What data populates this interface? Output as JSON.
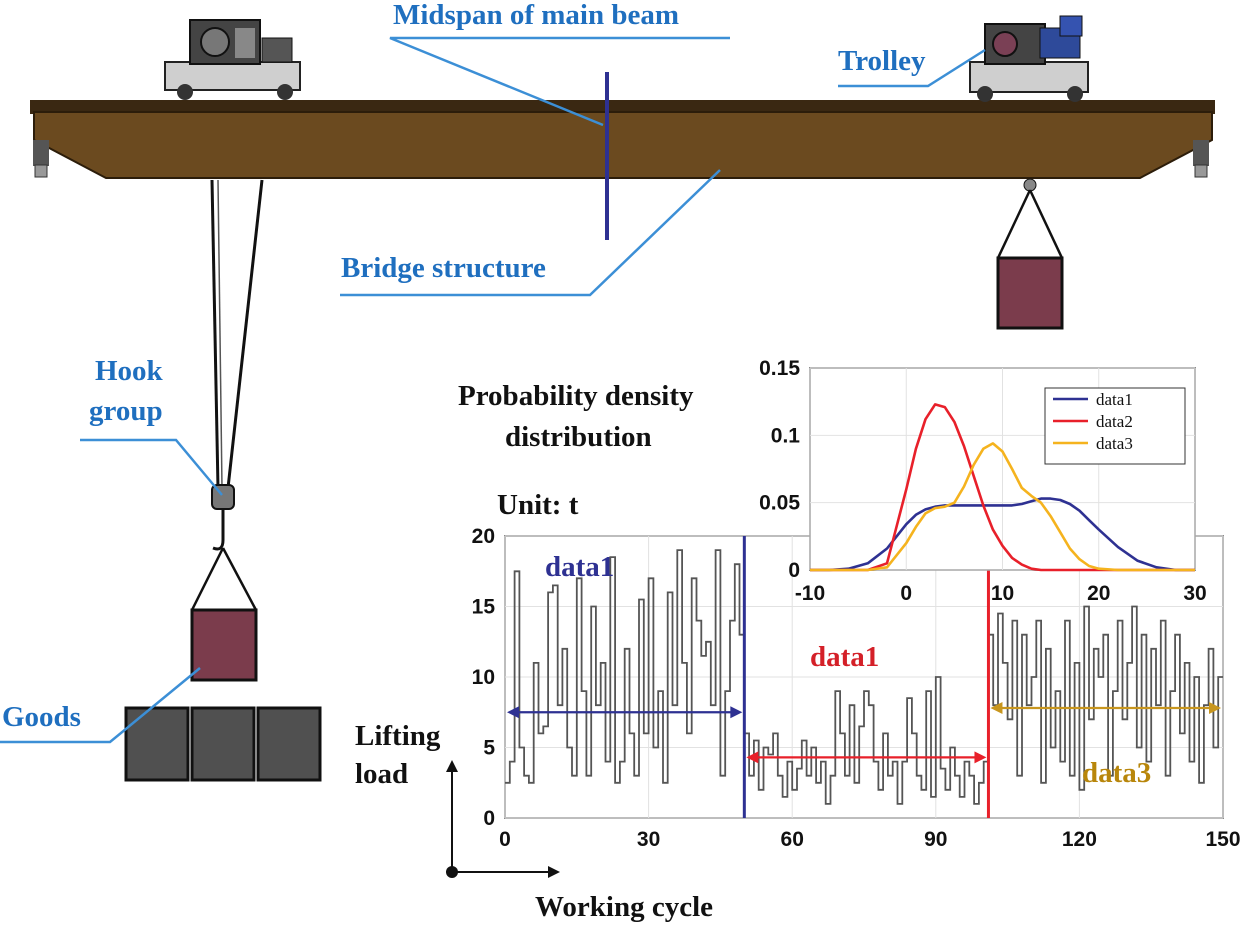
{
  "labels": {
    "midspan": "Midspan of main beam",
    "trolley": "Trolley",
    "bridge": "Bridge structure",
    "hook_line1": "Hook",
    "hook_line2": "group",
    "goods": "Goods",
    "pdd_line1": "Probability density",
    "pdd_line2": "distribution",
    "unit": "Unit: t",
    "lifting_line1": "Lifting",
    "lifting_line2": "load",
    "working_cycle": "Working cycle",
    "segment1": "data1",
    "segment2": "data1",
    "segment3": "data3"
  },
  "colors": {
    "label_blue": "#1f6fbf",
    "beam": "#6b4a1f",
    "goods": "#7b3c4c",
    "data1": "#2e3192",
    "data2": "#e8202a",
    "data3": "#f5b31e",
    "segment3_text": "#b8860b"
  },
  "chart_data": [
    {
      "type": "line",
      "name": "lifting-load-history",
      "x_ticks": [
        0,
        30,
        60,
        90,
        120,
        150
      ],
      "y_ticks": [
        0,
        5,
        10,
        15,
        20
      ],
      "xlim": [
        0,
        150
      ],
      "ylim": [
        0,
        20
      ],
      "grid": true,
      "dividers": [
        50,
        101
      ],
      "segments": [
        {
          "label": "data1",
          "range": [
            0,
            50
          ],
          "arrow_y": 7.5
        },
        {
          "label": "data1",
          "range": [
            50,
            101
          ],
          "arrow_y": 4.3
        },
        {
          "label": "data3",
          "range": [
            101,
            150
          ],
          "arrow_y": 7.8
        }
      ],
      "x": [
        0,
        1,
        2,
        3,
        4,
        5,
        6,
        7,
        8,
        9,
        10,
        11,
        12,
        13,
        14,
        15,
        16,
        17,
        18,
        19,
        20,
        21,
        22,
        23,
        24,
        25,
        26,
        27,
        28,
        29,
        30,
        31,
        32,
        33,
        34,
        35,
        36,
        37,
        38,
        39,
        40,
        41,
        42,
        43,
        44,
        45,
        46,
        47,
        48,
        49,
        50,
        51,
        52,
        53,
        54,
        55,
        56,
        57,
        58,
        59,
        60,
        61,
        62,
        63,
        64,
        65,
        66,
        67,
        68,
        69,
        70,
        71,
        72,
        73,
        74,
        75,
        76,
        77,
        78,
        79,
        80,
        81,
        82,
        83,
        84,
        85,
        86,
        87,
        88,
        89,
        90,
        91,
        92,
        93,
        94,
        95,
        96,
        97,
        98,
        99,
        100,
        101,
        102,
        103,
        104,
        105,
        106,
        107,
        108,
        109,
        110,
        111,
        112,
        113,
        114,
        115,
        116,
        117,
        118,
        119,
        120,
        121,
        122,
        123,
        124,
        125,
        126,
        127,
        128,
        129,
        130,
        131,
        132,
        133,
        134,
        135,
        136,
        137,
        138,
        139,
        140,
        141,
        142,
        143,
        144,
        145,
        146,
        147,
        148,
        149
      ],
      "values": [
        2.5,
        4,
        17.5,
        5,
        3,
        2.5,
        11,
        6,
        6.5,
        16,
        16.5,
        8,
        12,
        5,
        3,
        17,
        9,
        3,
        15,
        8,
        11,
        4,
        18.5,
        2.5,
        4,
        12,
        6,
        3,
        15.5,
        6,
        17,
        5,
        9,
        2.5,
        16,
        8,
        19,
        11,
        6,
        17,
        14,
        11.5,
        12.5,
        8,
        19,
        3,
        9,
        14,
        18,
        13,
        6,
        3,
        5.5,
        2,
        5,
        4.5,
        6,
        3,
        1.5,
        4,
        2,
        3.5,
        5.5,
        3,
        5,
        2.5,
        4,
        1,
        3,
        9,
        6,
        3,
        8,
        2.5,
        6.5,
        9,
        8,
        4,
        2,
        6,
        3,
        4,
        1,
        4,
        8.5,
        6,
        3,
        2,
        9,
        1.5,
        10,
        3.5,
        2,
        5,
        3,
        1.5,
        4,
        3,
        1,
        2.5,
        4,
        13,
        8,
        14.5,
        11,
        7,
        14,
        3,
        13,
        8,
        10,
        14,
        2.5,
        12,
        5,
        9,
        4,
        14,
        3,
        11,
        2,
        15,
        7,
        12,
        10,
        13,
        3,
        9,
        14,
        7,
        11,
        15,
        5,
        13,
        4,
        12,
        8,
        14,
        3,
        9,
        13,
        6,
        11,
        4,
        10,
        2.5,
        8,
        12,
        5,
        10,
        6
      ],
      "series_color": "#555555"
    },
    {
      "type": "line",
      "name": "probability-density-distribution",
      "x_ticks": [
        -10,
        0,
        10,
        20,
        30
      ],
      "y_ticks": [
        0,
        0.05,
        0.1,
        0.15
      ],
      "xlim": [
        -10,
        30
      ],
      "ylim": [
        0,
        0.15
      ],
      "grid": true,
      "legend": "top-right",
      "x": [
        -10,
        -8,
        -6,
        -4,
        -2,
        0,
        1,
        2,
        3,
        4,
        5,
        6,
        7,
        8,
        9,
        10,
        11,
        12,
        13,
        14,
        15,
        16,
        17,
        18,
        19,
        20,
        22,
        24,
        26,
        28,
        30
      ],
      "series": [
        {
          "name": "data1",
          "color": "#2e3192",
          "values": [
            0,
            0,
            0.001,
            0.005,
            0.016,
            0.034,
            0.041,
            0.045,
            0.047,
            0.048,
            0.048,
            0.048,
            0.048,
            0.048,
            0.048,
            0.048,
            0.048,
            0.049,
            0.051,
            0.053,
            0.053,
            0.052,
            0.049,
            0.044,
            0.037,
            0.03,
            0.017,
            0.007,
            0.002,
            0,
            0
          ]
        },
        {
          "name": "data2",
          "color": "#e8202a",
          "values": [
            0,
            0,
            0,
            0,
            0.005,
            0.06,
            0.09,
            0.112,
            0.123,
            0.121,
            0.11,
            0.092,
            0.07,
            0.048,
            0.03,
            0.018,
            0.009,
            0.004,
            0.001,
            0,
            0,
            0,
            0,
            0,
            0,
            0,
            0,
            0,
            0,
            0,
            0
          ]
        },
        {
          "name": "data3",
          "color": "#f5b31e",
          "values": [
            0,
            0,
            0,
            0,
            0.002,
            0.02,
            0.032,
            0.042,
            0.046,
            0.047,
            0.05,
            0.062,
            0.078,
            0.09,
            0.094,
            0.088,
            0.075,
            0.061,
            0.055,
            0.05,
            0.04,
            0.028,
            0.016,
            0.008,
            0.003,
            0.001,
            0,
            0,
            0,
            0,
            0
          ]
        }
      ]
    }
  ]
}
